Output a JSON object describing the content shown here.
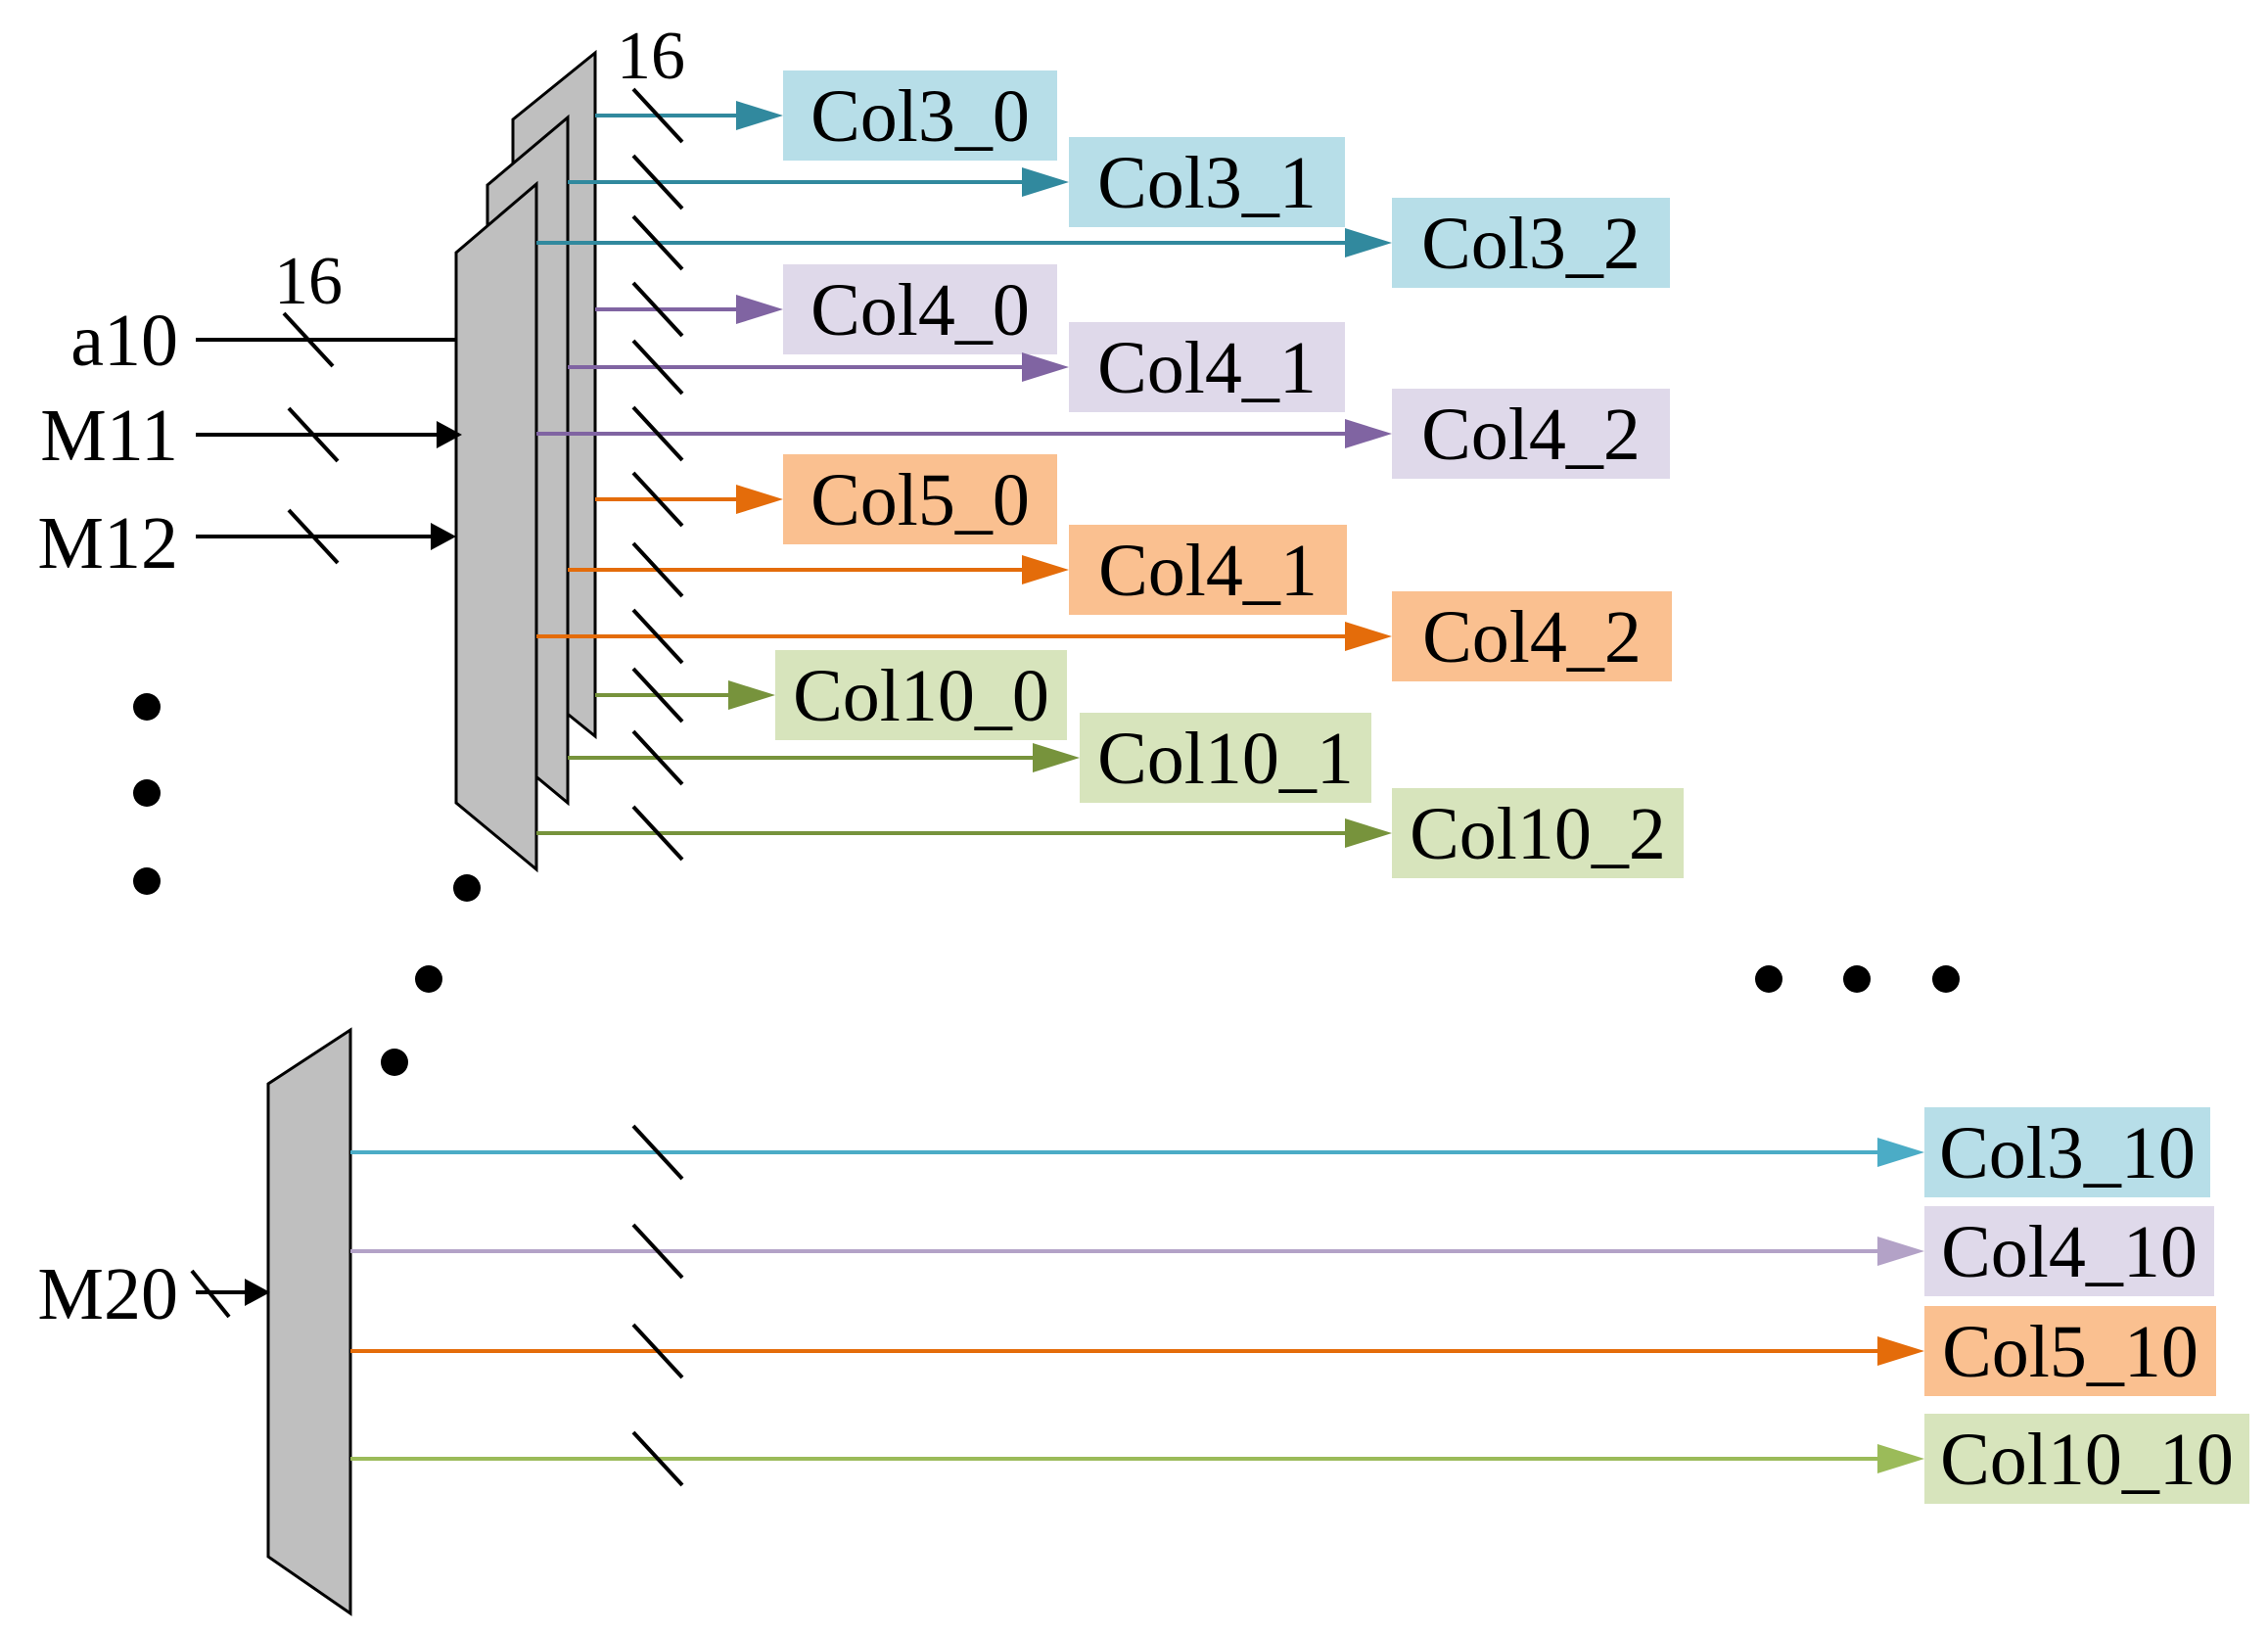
{
  "top_inputs": [
    "a10",
    "M11",
    "M12"
  ],
  "bottom_input": "M20",
  "input_bus_width": "16",
  "output_bus_width": "16",
  "colors": {
    "teal": "#31899E",
    "purple": "#8064A2",
    "orange": "#E46C0A",
    "green": "#77933C",
    "teal_light": "#4BACC6",
    "purple_light": "#B3A2C7",
    "green_light": "#9BBB59",
    "box_blue": "#B7DEE8",
    "box_purple": "#DFD9EA",
    "box_orange": "#FAC090",
    "box_green": "#D7E4BC",
    "mux_fill": "#BFBFBF"
  },
  "top_outputs": [
    {
      "label": "Col3_0",
      "color": "teal",
      "box": "box_blue"
    },
    {
      "label": "Col3_1",
      "color": "teal",
      "box": "box_blue"
    },
    {
      "label": "Col3_2",
      "color": "teal",
      "box": "box_blue"
    },
    {
      "label": "Col4_0",
      "color": "purple",
      "box": "box_purple"
    },
    {
      "label": "Col4_1",
      "color": "purple",
      "box": "box_purple"
    },
    {
      "label": "Col4_2",
      "color": "purple",
      "box": "box_purple"
    },
    {
      "label": "Col5_0",
      "color": "orange",
      "box": "box_orange"
    },
    {
      "label": "Col4_1",
      "color": "orange",
      "box": "box_orange"
    },
    {
      "label": "Col4_2",
      "color": "orange",
      "box": "box_orange"
    },
    {
      "label": "Col10_0",
      "color": "green",
      "box": "box_green"
    },
    {
      "label": "Col10_1",
      "color": "green",
      "box": "box_green"
    },
    {
      "label": "Col10_2",
      "color": "green",
      "box": "box_green"
    }
  ],
  "bottom_outputs": [
    {
      "label": "Col3_10",
      "color": "teal_light",
      "box": "box_blue"
    },
    {
      "label": "Col4_10",
      "color": "purple_light",
      "box": "box_purple"
    },
    {
      "label": "Col5_10",
      "color": "orange",
      "box": "box_orange"
    },
    {
      "label": "Col10_10",
      "color": "green_light",
      "box": "box_green"
    }
  ]
}
